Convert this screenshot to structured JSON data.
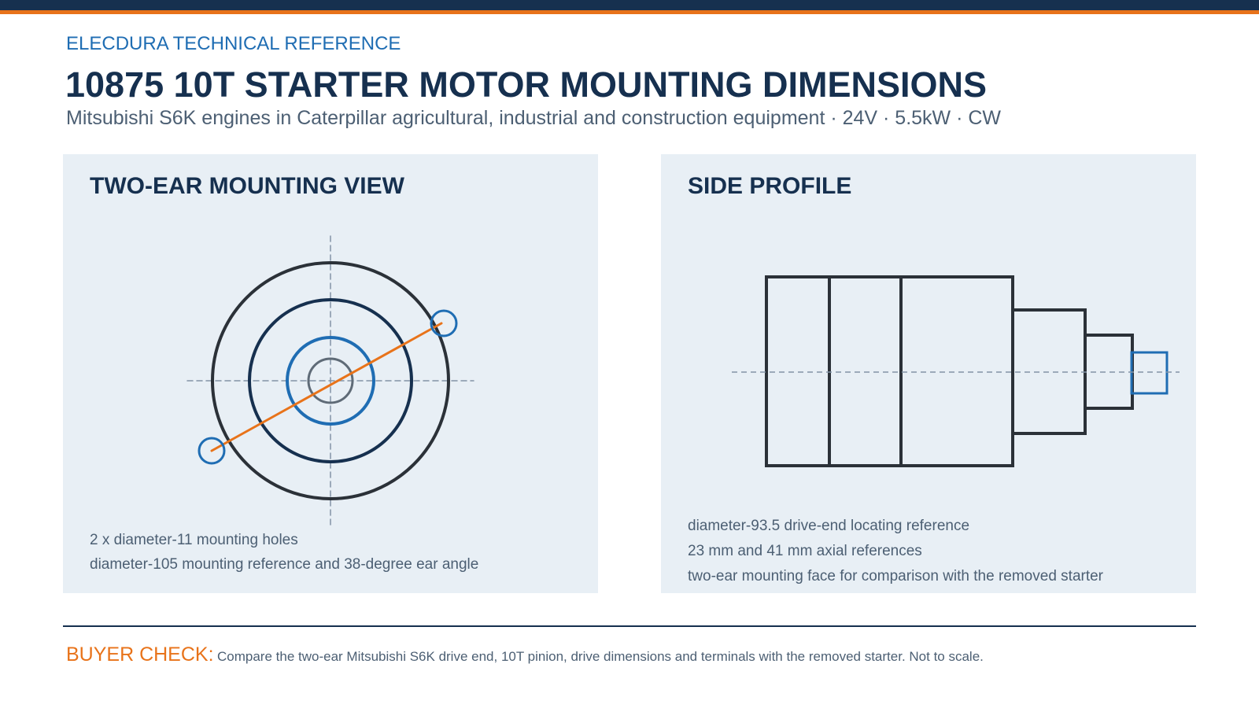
{
  "header": {
    "eyebrow": "ELECDURA TECHNICAL REFERENCE",
    "title": "10875 10T STARTER MOTOR MOUNTING DIMENSIONS",
    "subtitle": "Mitsubishi S6K engines in Caterpillar agricultural, industrial and construction equipment · 24V · 5.5kW · CW"
  },
  "mounting_view": {
    "title": "TWO-EAR MOUNTING VIEW",
    "notes": [
      "2 x diameter-11 mounting holes",
      "diameter-105 mounting reference and 38-degree ear angle"
    ]
  },
  "side_profile": {
    "title": "SIDE PROFILE",
    "notes": [
      "diameter-93.5 drive-end locating reference",
      "23 mm and 41 mm axial references",
      "two-ear mounting face for comparison with the removed starter"
    ]
  },
  "footer": {
    "label": "BUYER CHECK:",
    "text": "Compare the two-ear Mitsubishi S6K drive end, 10T pinion, drive dimensions and terminals with the removed starter. Not to scale."
  },
  "colors": {
    "navy": "#16304f",
    "orange": "#e8731a",
    "blue": "#1f6db3",
    "panel": "#e8eff5",
    "text_gray": "#4c5f73",
    "outline": "#2b3138"
  }
}
